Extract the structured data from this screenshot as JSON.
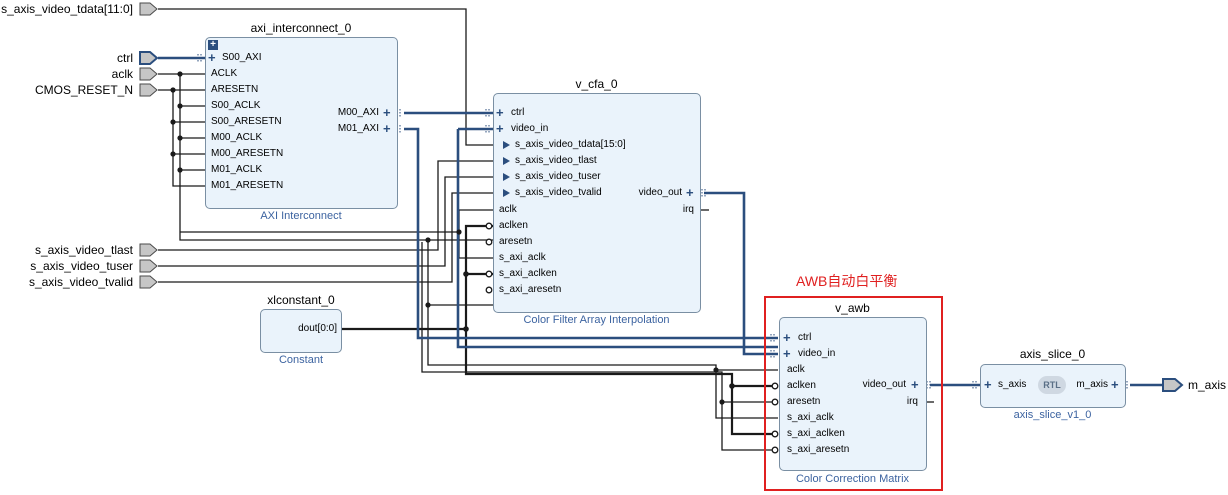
{
  "external_inputs": [
    "s_axis_video_tdata[11:0]",
    "ctrl",
    "aclk",
    "CMOS_RESET_N",
    "s_axis_video_tlast",
    "s_axis_video_tuser",
    "s_axis_video_tvalid"
  ],
  "external_outputs": [
    "m_axis"
  ],
  "blocks": {
    "axi_interconnect": {
      "name": "axi_interconnect_0",
      "subtitle": "AXI Interconnect",
      "expand": "+",
      "inputs": [
        "S00_AXI",
        "ACLK",
        "ARESETN",
        "S00_ACLK",
        "S00_ARESETN",
        "M00_ACLK",
        "M00_ARESETN",
        "M01_ACLK",
        "M01_ARESETN"
      ],
      "outputs": [
        "M00_AXI",
        "M01_AXI"
      ]
    },
    "v_cfa": {
      "name": "v_cfa_0",
      "subtitle": "Color Filter Array Interpolation",
      "inputs": [
        "ctrl",
        "video_in",
        "s_axis_video_tdata[15:0]",
        "s_axis_video_tlast",
        "s_axis_video_tuser",
        "s_axis_video_tvalid",
        "aclk",
        "aclken",
        "aresetn",
        "s_axi_aclk",
        "s_axi_aclken",
        "s_axi_aresetn"
      ],
      "outputs": [
        "video_out",
        "irq"
      ]
    },
    "xlconstant": {
      "name": "xlconstant_0",
      "subtitle": "Constant",
      "outputs": [
        "dout[0:0]"
      ]
    },
    "v_awb": {
      "name": "v_awb",
      "subtitle": "Color Correction Matrix",
      "inputs": [
        "ctrl",
        "video_in",
        "aclk",
        "aclken",
        "aresetn",
        "s_axi_aclk",
        "s_axi_aclken",
        "s_axi_aresetn"
      ],
      "outputs": [
        "video_out",
        "irq"
      ]
    },
    "axis_slice": {
      "name": "axis_slice_0",
      "subtitle": "axis_slice_v1_0",
      "logo": "RTL",
      "inputs": [
        "s_axis"
      ],
      "outputs": [
        "m_axis"
      ]
    }
  },
  "highlight": {
    "label": "AWB自动白平衡",
    "color": "#e02020"
  },
  "colors": {
    "wire": "#1a1a1a",
    "bus": "#2b4e7e",
    "block_fill": "#eaf3fb",
    "block_border": "#7a8fa3",
    "subtitle": "#3c63a0"
  }
}
